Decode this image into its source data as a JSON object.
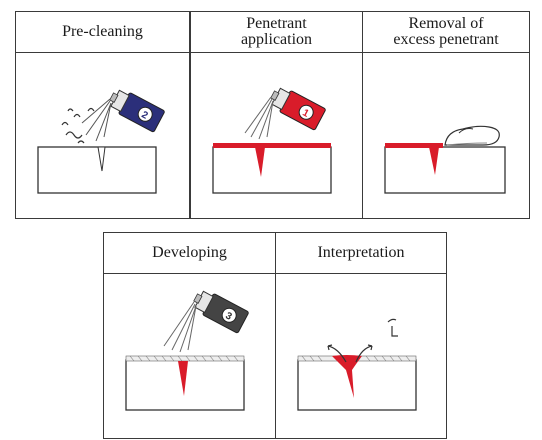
{
  "steps": [
    {
      "title": "Pre-cleaning"
    },
    {
      "title": "Penetrant\napplication"
    },
    {
      "title": "Removal of\nexcess penetrant"
    },
    {
      "title": "Developing"
    },
    {
      "title": "Interpretation"
    }
  ],
  "colors": {
    "penetrant": "#d91c2a",
    "cleaner_can": "#2b2f7a",
    "developer_can": "#444444",
    "line": "#333333"
  }
}
